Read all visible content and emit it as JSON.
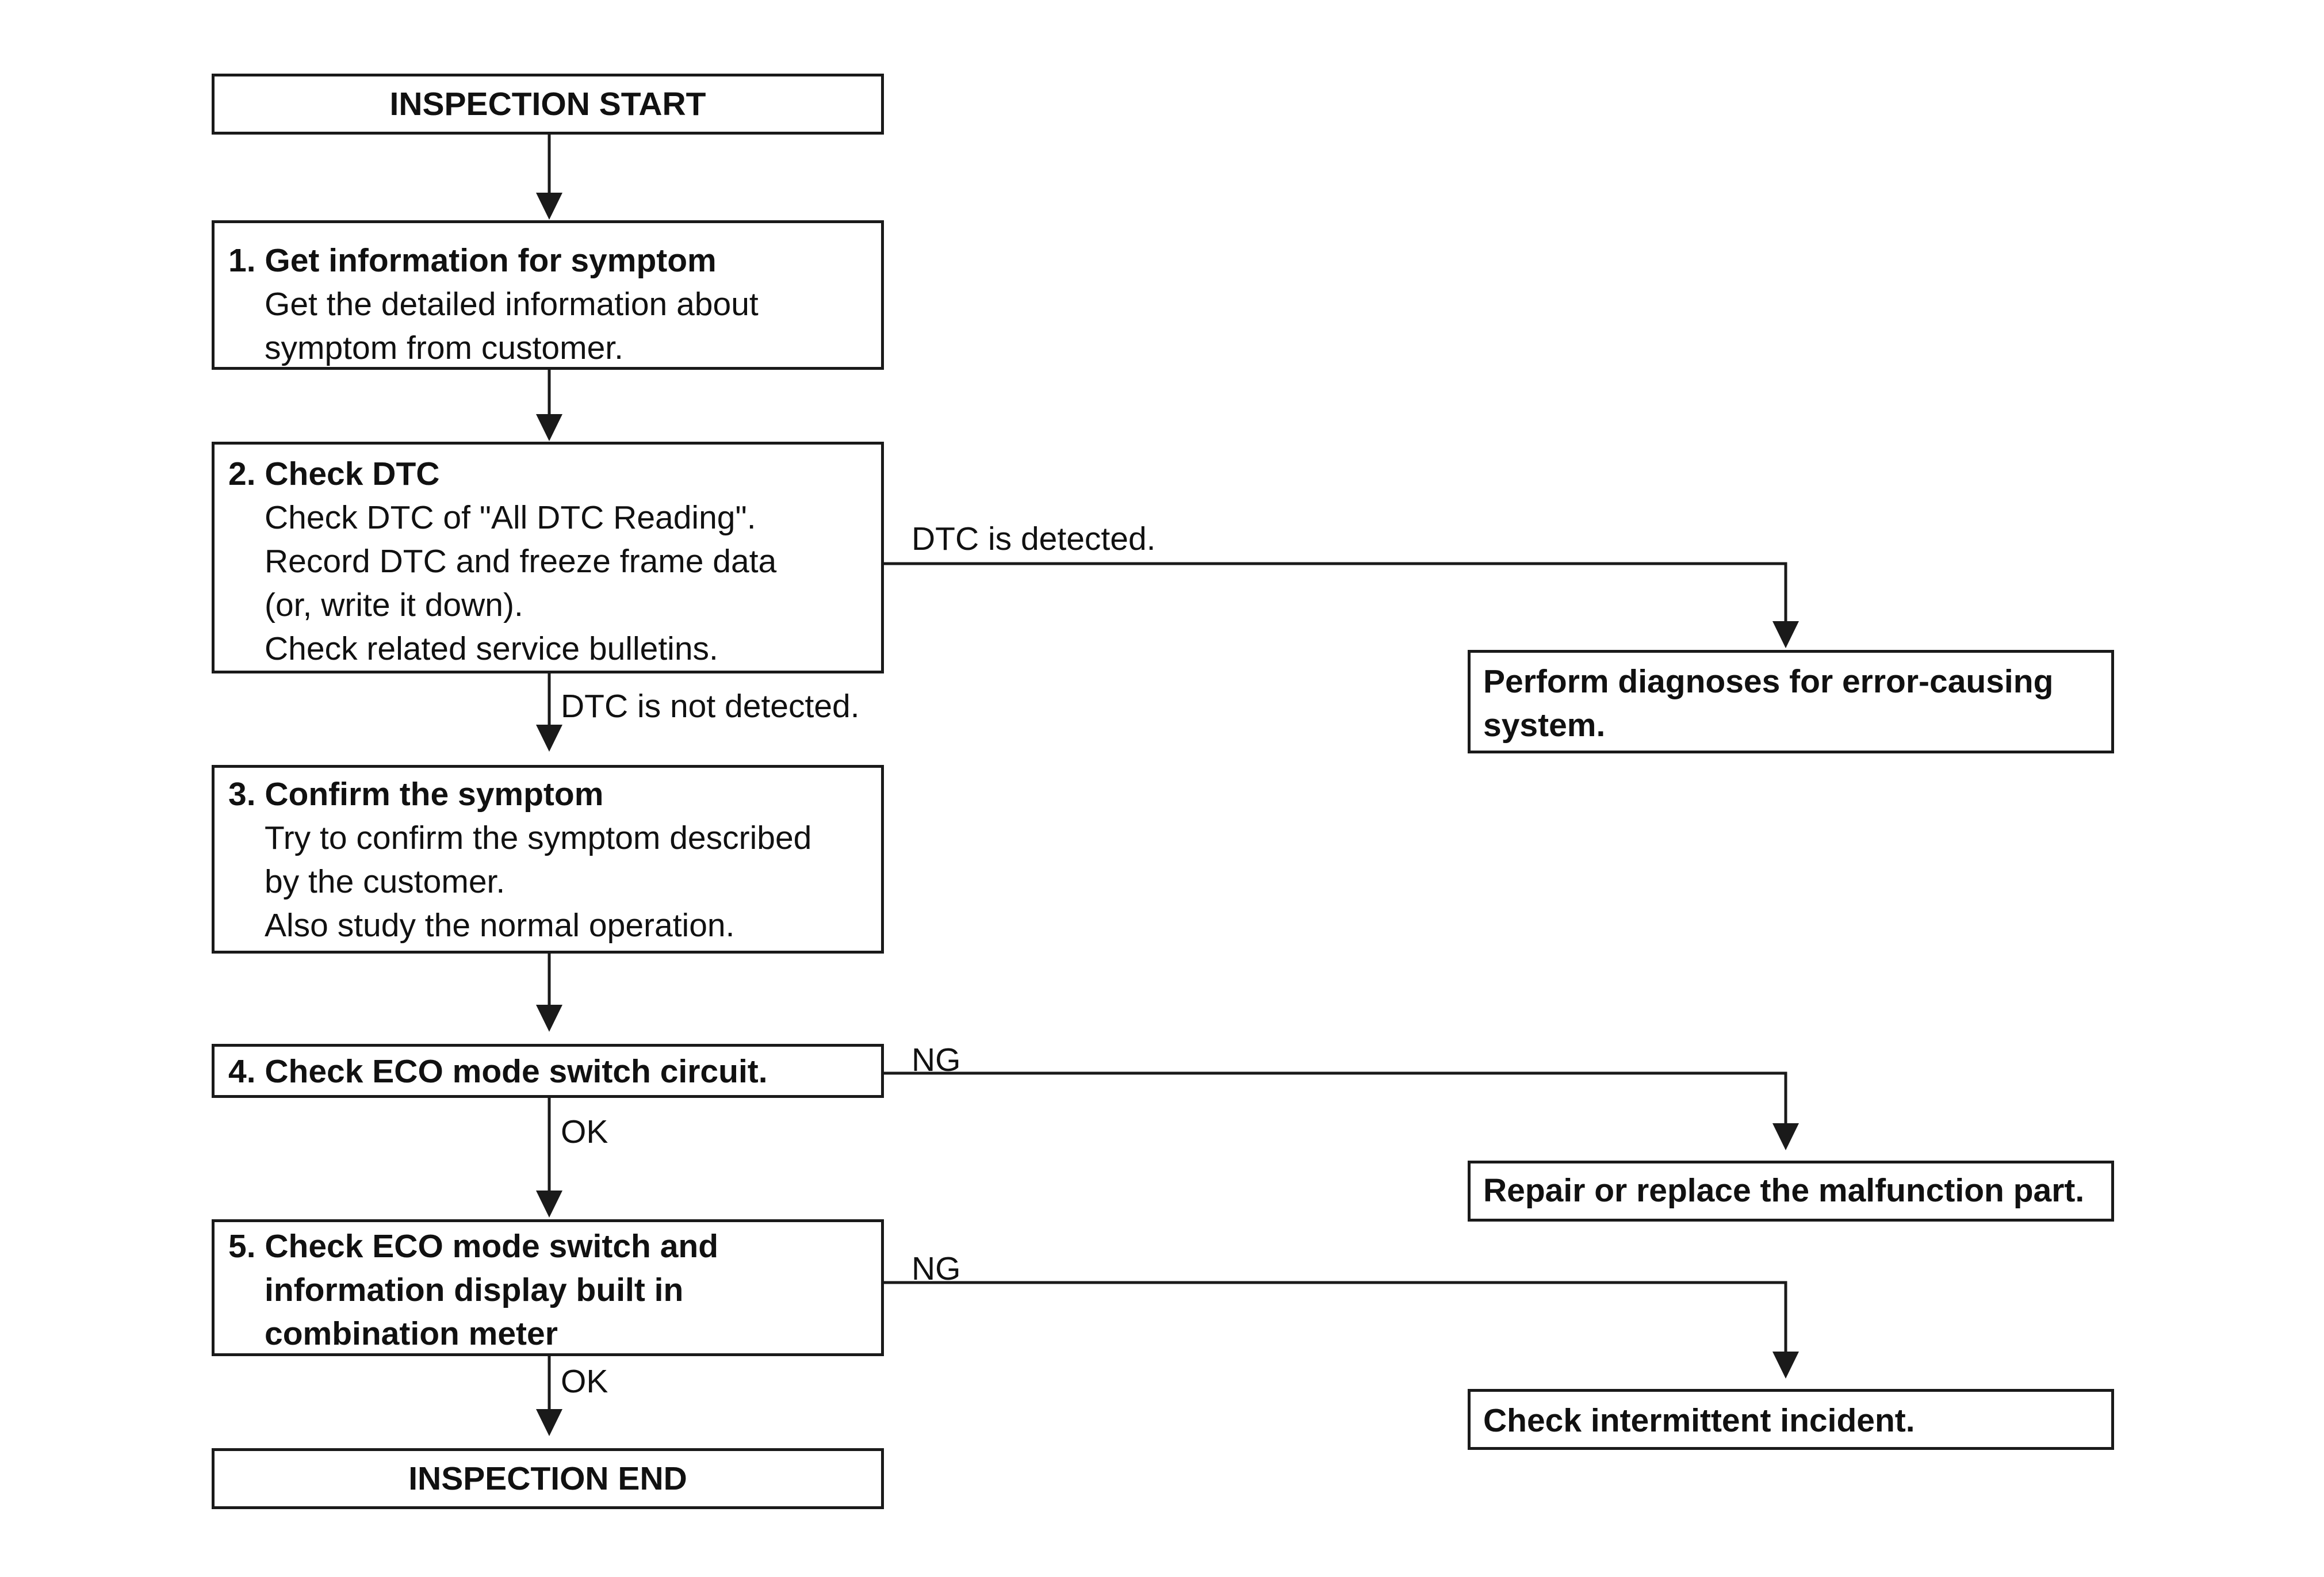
{
  "start": "INSPECTION START",
  "step1": {
    "title": "1. Get information for symptom",
    "lines": [
      "Get the detailed information about",
      "symptom from customer."
    ]
  },
  "step2": {
    "title": "2. Check DTC",
    "lines": [
      "Check DTC of \"All DTC Reading\".",
      "Record DTC and freeze frame data",
      "(or, write it down).",
      "Check related service bulletins."
    ]
  },
  "step3": {
    "title": "3. Confirm the symptom",
    "lines": [
      "Try to confirm the symptom described",
      "by the customer.",
      "Also study the normal operation."
    ]
  },
  "step4": {
    "title": "4. Check ECO mode switch circuit."
  },
  "step5": {
    "title": "5. Check ECO mode switch and",
    "lines": [
      "information display built in",
      "combination meter"
    ]
  },
  "end": "INSPECTION END",
  "outcomes": {
    "dtc": {
      "line1": "Perform diagnoses for error-causing",
      "line2": "system."
    },
    "repair": "Repair or replace the malfunction part.",
    "intermittent": "Check intermittent incident."
  },
  "labels": {
    "dtc_detected": "DTC is detected.",
    "dtc_not_detected": "DTC is not detected.",
    "ok_4": "OK",
    "ng_4": "NG",
    "ok_5": "OK",
    "ng_5": "NG"
  }
}
